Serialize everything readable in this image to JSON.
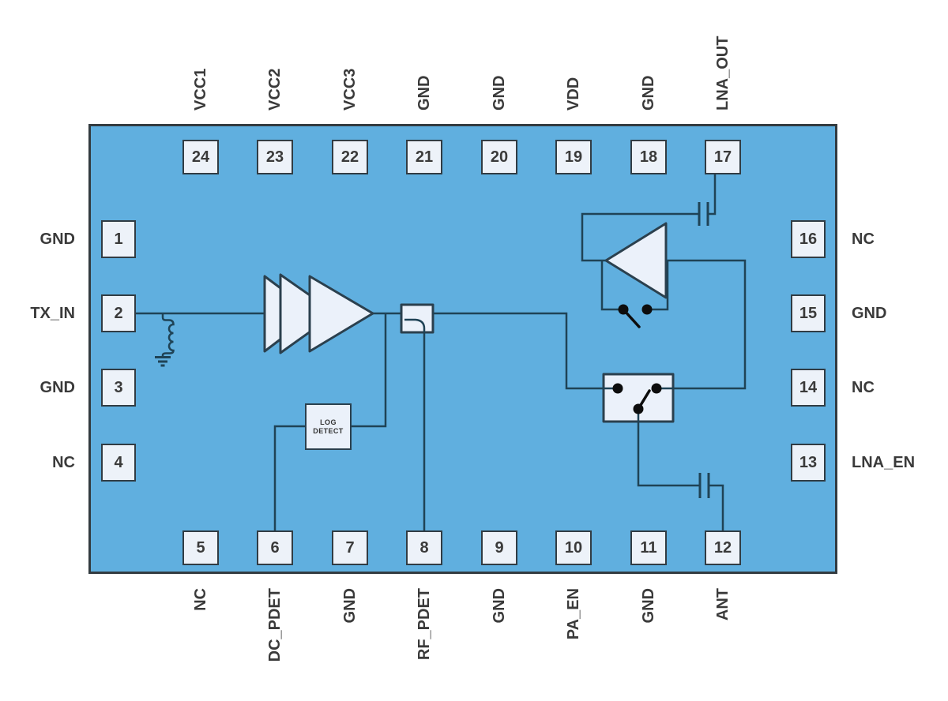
{
  "diagram_type": "RF front-end IC functional block diagram, 24-pin package",
  "chip": {
    "pin_count": 24
  },
  "pins": {
    "top": [
      {
        "num": "24",
        "label": "VCC1"
      },
      {
        "num": "23",
        "label": "VCC2"
      },
      {
        "num": "22",
        "label": "VCC3"
      },
      {
        "num": "21",
        "label": "GND"
      },
      {
        "num": "20",
        "label": "GND"
      },
      {
        "num": "19",
        "label": "VDD"
      },
      {
        "num": "18",
        "label": "GND"
      },
      {
        "num": "17",
        "label": "LNA_OUT"
      }
    ],
    "bottom": [
      {
        "num": "5",
        "label": "NC"
      },
      {
        "num": "6",
        "label": "DC_PDET"
      },
      {
        "num": "7",
        "label": "GND"
      },
      {
        "num": "8",
        "label": "RF_PDET"
      },
      {
        "num": "9",
        "label": "GND"
      },
      {
        "num": "10",
        "label": "PA_EN"
      },
      {
        "num": "11",
        "label": "GND"
      },
      {
        "num": "12",
        "label": "ANT"
      }
    ],
    "left": [
      {
        "num": "1",
        "label": "GND"
      },
      {
        "num": "2",
        "label": "TX_IN"
      },
      {
        "num": "3",
        "label": "GND"
      },
      {
        "num": "4",
        "label": "NC"
      }
    ],
    "right": [
      {
        "num": "16",
        "label": "NC"
      },
      {
        "num": "15",
        "label": "GND"
      },
      {
        "num": "14",
        "label": "NC"
      },
      {
        "num": "13",
        "label": "LNA_EN"
      }
    ]
  },
  "blocks": {
    "log_detect": [
      "LOG",
      "DETECT"
    ]
  },
  "colors": {
    "chip_fill": "#60AFDF",
    "pin_fill": "#EDF2F9",
    "chip_border": "#333B40",
    "wire": "#1F4356",
    "shape_fill": "#EBF1FA",
    "shape_border": "#2B404E",
    "switch_dot": "#0D0D0D",
    "label_text": "#3A3A3A"
  }
}
